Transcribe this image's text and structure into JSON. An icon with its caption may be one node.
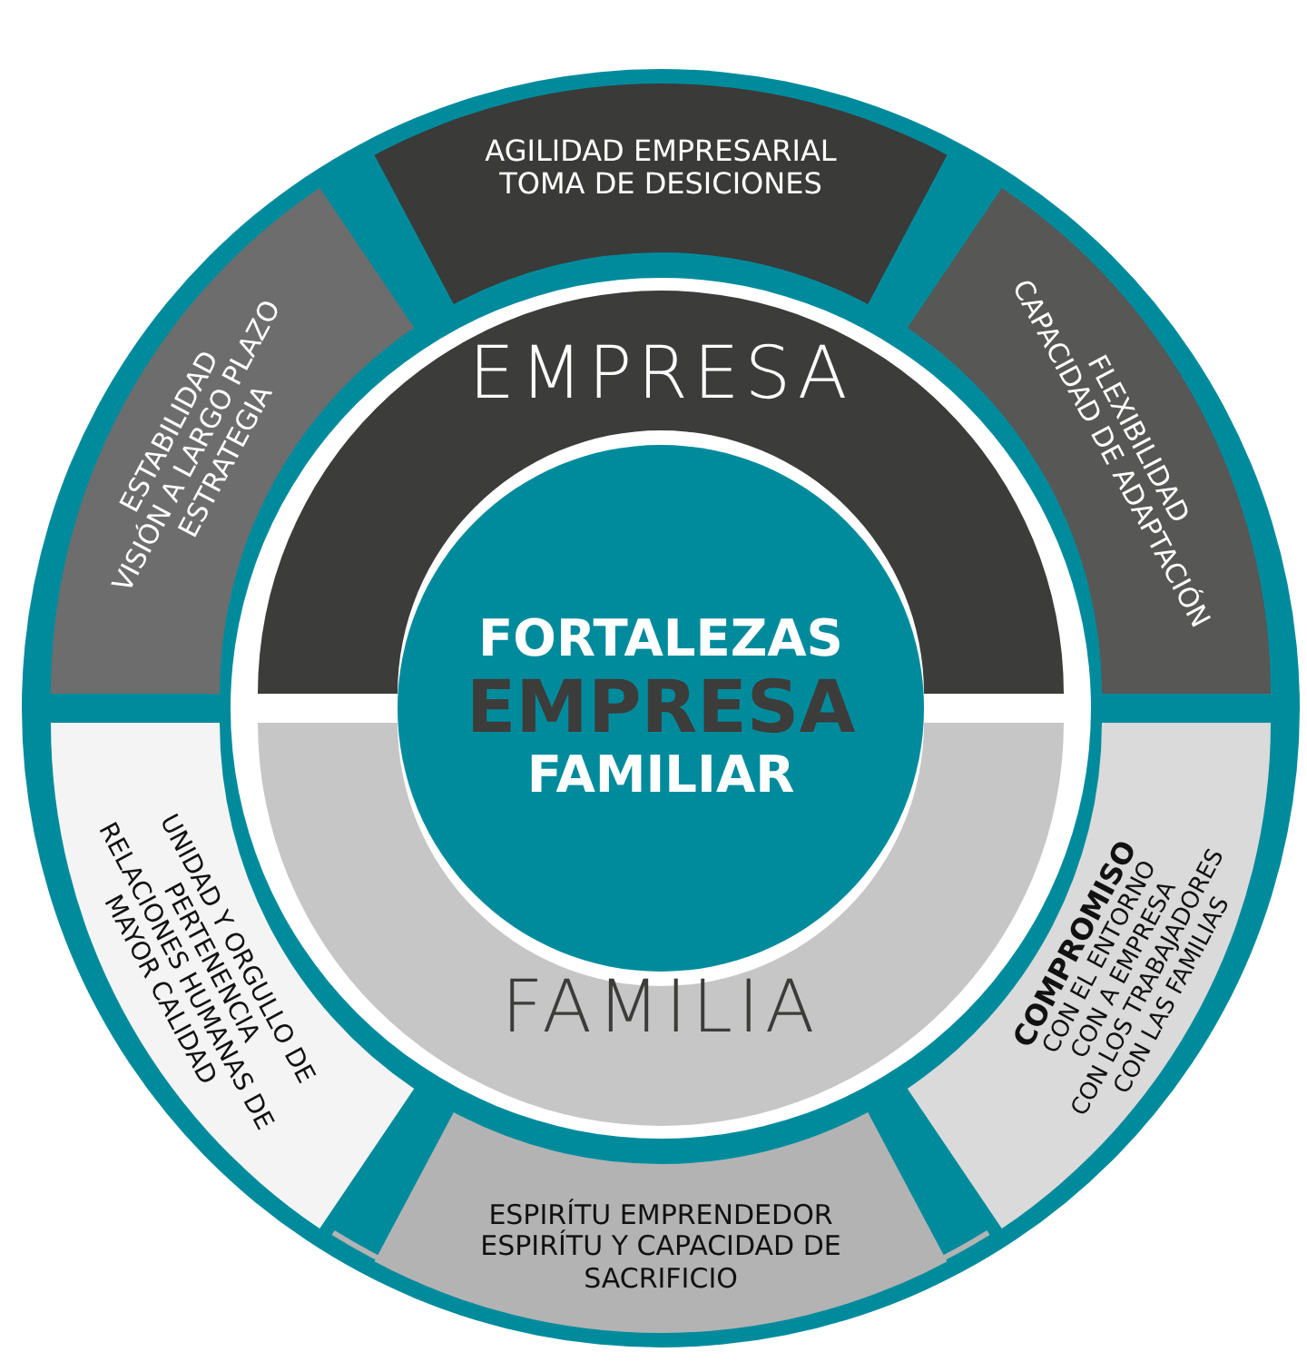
{
  "diagram": {
    "nodes": [
      {
        "text": [
          "ESTABILIDAD",
          "VISIÓN A LARGO PLAZO",
          "ESTRATEGIA"
        ]
      },
      {
        "text": [
          "AGILIDAD EMPRESARIAL",
          "TOMA DE DESICIONES"
        ]
      },
      {
        "text": [
          "FLEXIBILIDAD",
          "CAPACIDAD DE ADAPTACIÓN"
        ]
      },
      {
        "text": [
          "EMPRESA"
        ]
      },
      {
        "text": [
          "FORTALEZAS",
          "EMPRESA",
          "FAMILIAR"
        ]
      },
      {
        "text": [
          "FAMILIA"
        ]
      },
      {
        "text": [
          "UNIDAD Y ORGULLO DE PERTENENCIA",
          "RELACIONES HUMANAS DE MAYOR CALIDAD"
        ]
      },
      {
        "text": [
          "ESPIRÍTU EMPRENDEDOR",
          "ESPIRÍTU Y CAPACIDAD DE SACRIFICIO"
        ]
      },
      {
        "text": [
          "COMPROMISO",
          "CON EL ENTORNO",
          "CON A EMPRESA",
          "CON LOS TRABAJADORES",
          "CON LAS FAMILIAS"
        ]
      }
    ]
  }
}
